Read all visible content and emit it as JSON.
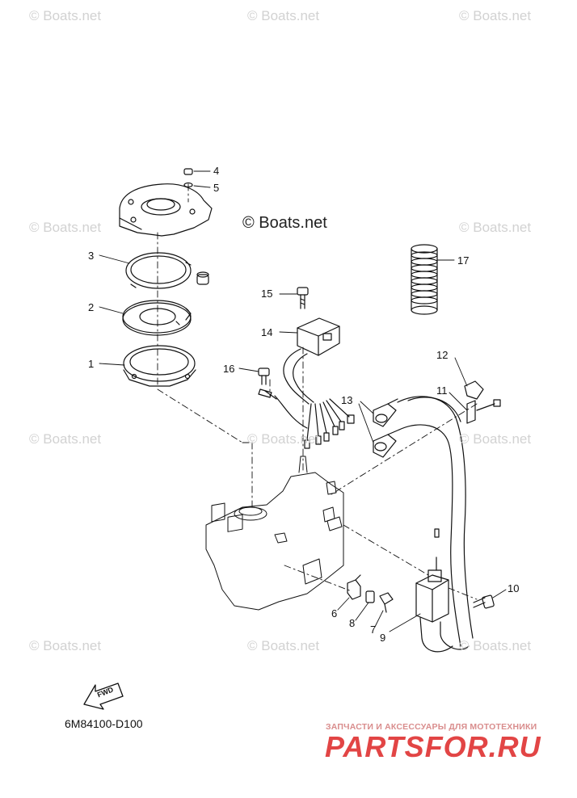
{
  "watermark": {
    "text": "© Boats.net"
  },
  "main_watermark": {
    "text": "© Boats.net"
  },
  "callouts": [
    "1",
    "2",
    "3",
    "4",
    "5",
    "6",
    "7",
    "8",
    "9",
    "10",
    "11",
    "12",
    "13",
    "14",
    "15",
    "16",
    "17"
  ],
  "fwd_label": "FWD",
  "diagram_code": "6M84100-D100",
  "brand": {
    "tagline": "ЗАПЧАСТИ И АКСЕССУАРЫ ДЛЯ МОТОТЕХНИКИ",
    "logo": "PARTSFOR.RU",
    "color": "#e24545"
  }
}
